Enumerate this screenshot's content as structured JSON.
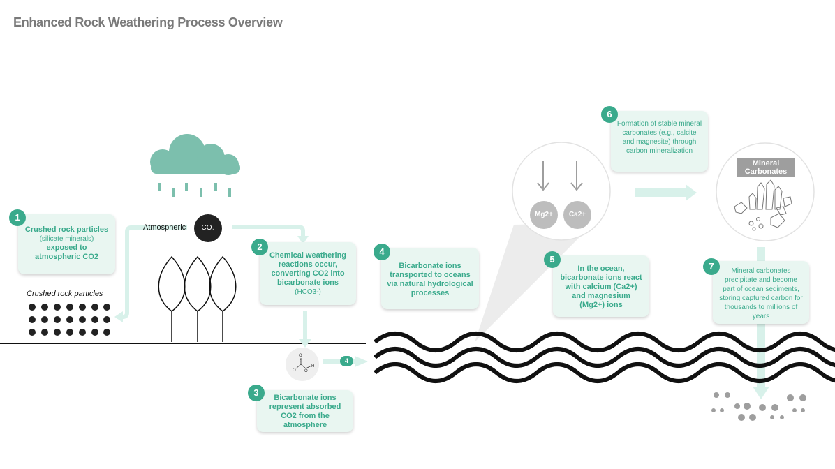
{
  "title": "Enhanced Rock Weathering Process Overview",
  "labels": {
    "atmospheric": "Atmospheric",
    "co2": "CO₂",
    "crushed_rock": "Crushed rock particles",
    "mg": "Mg2+",
    "ca": "Ca2+",
    "mineral_carbonates": "Mineral Carbonates",
    "arrow_badge": "4"
  },
  "steps": [
    {
      "num": "1",
      "bold": "Crushed rock particles",
      "normal": "(silicate minerals)",
      "bold2": "exposed to atmospheric CO2"
    },
    {
      "num": "2",
      "bold": "Chemical weathering reactions occur, converting CO2 into bicarbonate ions",
      "normal": "(HCO3-)"
    },
    {
      "num": "3",
      "bold": "Bicarbonate ions represent absorbed CO2 from the atmosphere"
    },
    {
      "num": "4",
      "bold": "Bicarbonate ions transported to oceans via natural hydrological processes"
    },
    {
      "num": "5",
      "bold": "In the ocean, bicarbonate ions react with calcium (Ca2+) and magnesium (Mg2+) ions"
    },
    {
      "num": "6",
      "normal": "Formation of stable mineral carbonates (e.g., calcite and magnesite) through carbon mineralization"
    },
    {
      "num": "7",
      "normal": "Mineral carbonates precipitate and become part of ocean sediments, storing captured carbon for thousands to millions of years"
    }
  ],
  "colors": {
    "accent": "#3aaa8c",
    "box_bg": "#e9f6f1",
    "arrow": "#d8f1ea",
    "cloud": "#7cbfad",
    "ion": "#bdbdbd"
  }
}
